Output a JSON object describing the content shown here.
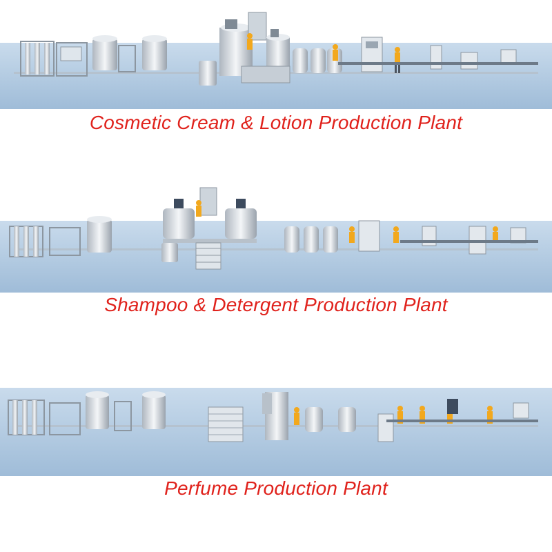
{
  "captions": {
    "cream": "Cosmetic Cream & Lotion Production Plant",
    "shampoo": "Shampoo & Detergent Production Plant",
    "perfume": "Perfume Production Plant"
  },
  "colors": {
    "caption_text": "#e0221c",
    "floor_band": "#a9c4de",
    "steel": "#d7dde3",
    "worker_shirt": "#f2a81d"
  }
}
